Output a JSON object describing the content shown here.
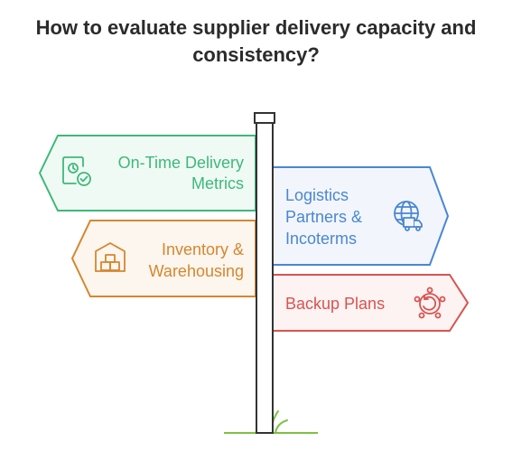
{
  "title": {
    "line1": "How to evaluate supplier delivery capacity and",
    "line2": "consistency?"
  },
  "signs": [
    {
      "key": "on-time-delivery",
      "lines": [
        "On-Time Delivery",
        "Metrics"
      ],
      "color": "#3db97a",
      "fill": "#f0faf4",
      "icon": "clock-check-icon",
      "side": "left"
    },
    {
      "key": "logistics",
      "lines": [
        "Logistics",
        "Partners &",
        "Incoterms"
      ],
      "color": "#4a86d4",
      "fill": "#f2f6fc",
      "icon": "globe-truck-icon",
      "side": "right"
    },
    {
      "key": "inventory",
      "lines": [
        "Inventory &",
        "Warehousing"
      ],
      "color": "#d6862f",
      "fill": "#fdf6ee",
      "icon": "warehouse-icon",
      "side": "left"
    },
    {
      "key": "backup",
      "lines": [
        "Backup Plans"
      ],
      "color": "#d9534f",
      "fill": "#fdf3f2",
      "icon": "network-cycle-icon",
      "side": "right"
    }
  ],
  "colors": {
    "post": "#333333",
    "grass": "#7cc242"
  }
}
